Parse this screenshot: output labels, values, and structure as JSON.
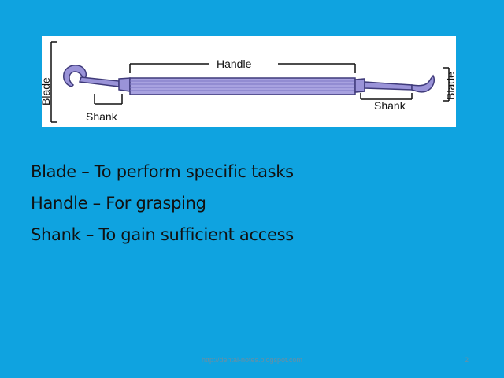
{
  "diagram": {
    "labels": {
      "blade_left": "Blade",
      "shank_left": "Shank",
      "handle": "Handle",
      "shank_right": "Shank",
      "blade_right": "Blade"
    },
    "colors": {
      "instrument_fill": "#9a93d8",
      "instrument_stroke": "#3f3a7a",
      "bracket": "#111111"
    }
  },
  "bullets": [
    "Blade – To perform specific tasks",
    "Handle – For grasping",
    "Shank – To gain sufficient access"
  ],
  "footer": {
    "url": "http://dental-notes.blogspot.com",
    "slide_number": "2"
  },
  "colors": {
    "background": "#0fa3e0"
  }
}
